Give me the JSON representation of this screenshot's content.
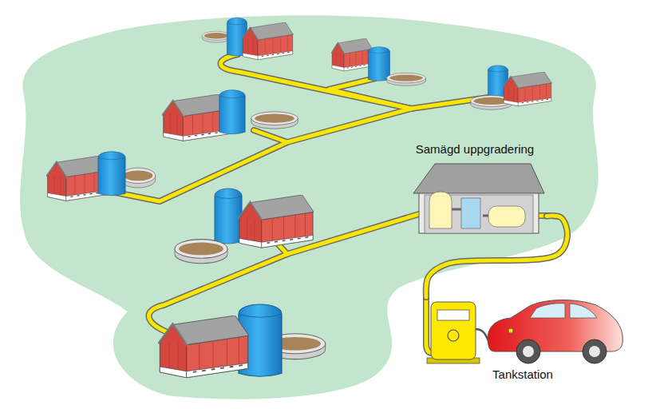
{
  "diagram": {
    "nodes": [
      {
        "text": [
          "Samägd uppgradering"
        ]
      },
      {
        "text": [
          "Tankstation"
        ]
      }
    ],
    "edges": [
      {
        "from": 0,
        "to": 1,
        "arrow": "none"
      }
    ]
  }
}
